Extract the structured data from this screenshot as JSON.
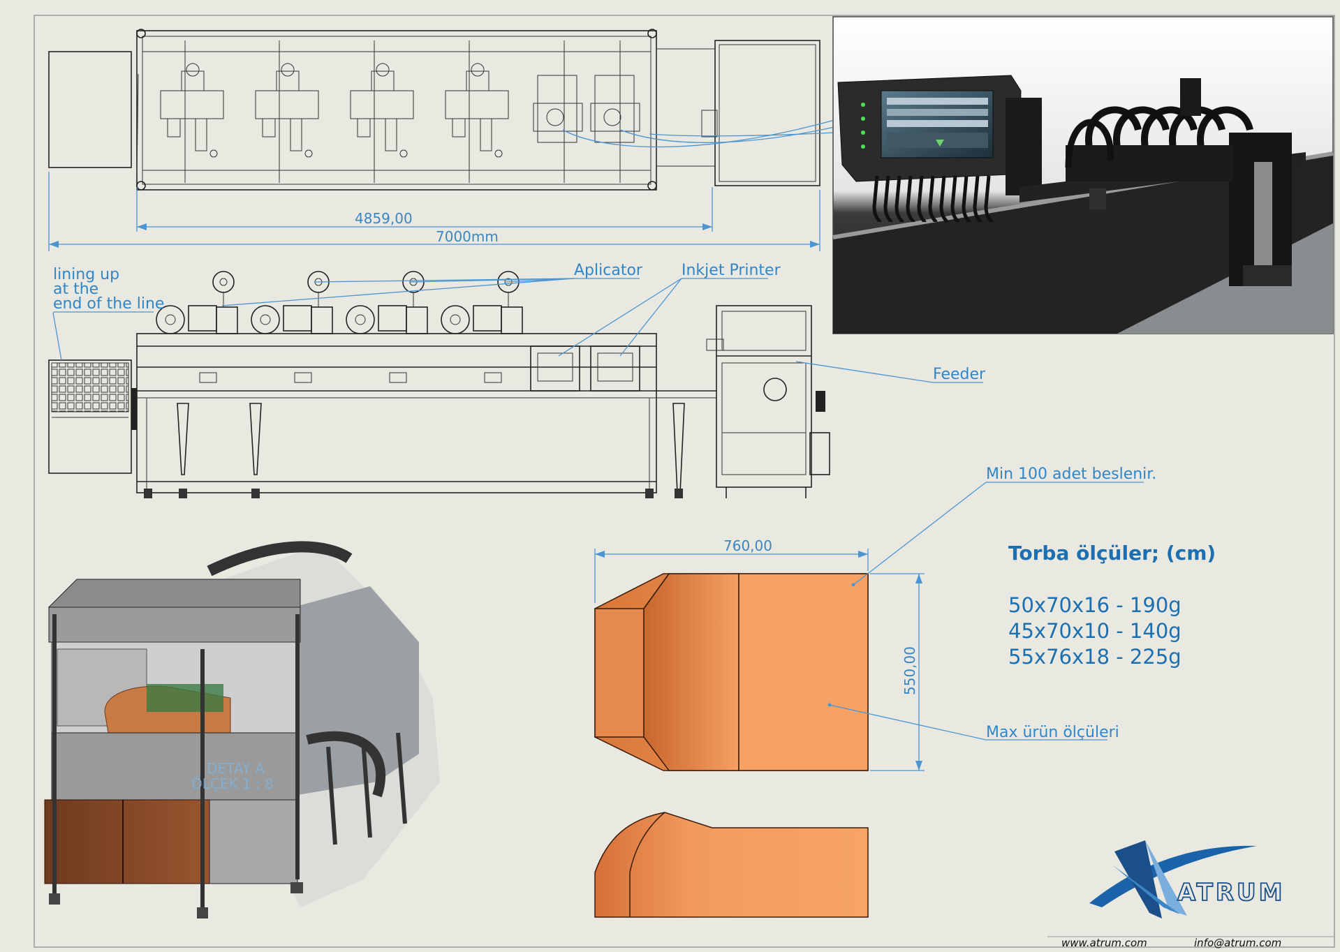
{
  "dimensions": {
    "inner_length": "4859,00",
    "overall_length": "7000mm",
    "bag_width": "760,00",
    "bag_height": "550,00"
  },
  "labels": {
    "lining_up": [
      "lining up",
      "at the",
      "end of the line"
    ],
    "applicator": "Aplicator",
    "inkjet_printer": "Inkjet Printer",
    "feeder": "Feeder",
    "min_feed": "Min 100 adet beslenir.",
    "max_product": "Max ürün ölçüleri",
    "detail": [
      "DETAY A",
      "ÖLÇEK 1 : 8"
    ]
  },
  "specs": {
    "title": "Torba ölçüler; (cm)",
    "items": [
      "50x70x16 - 190g",
      "45x70x10 - 140g",
      "55x76x18 - 225g"
    ]
  },
  "brand": {
    "name": "ATRUM",
    "website": "www.atrum.com",
    "email": "info@atrum.com"
  },
  "colors": {
    "background": "#e9e9e1",
    "accent_blue": "#1c6fb0",
    "bag_orange": "#f7a265"
  }
}
